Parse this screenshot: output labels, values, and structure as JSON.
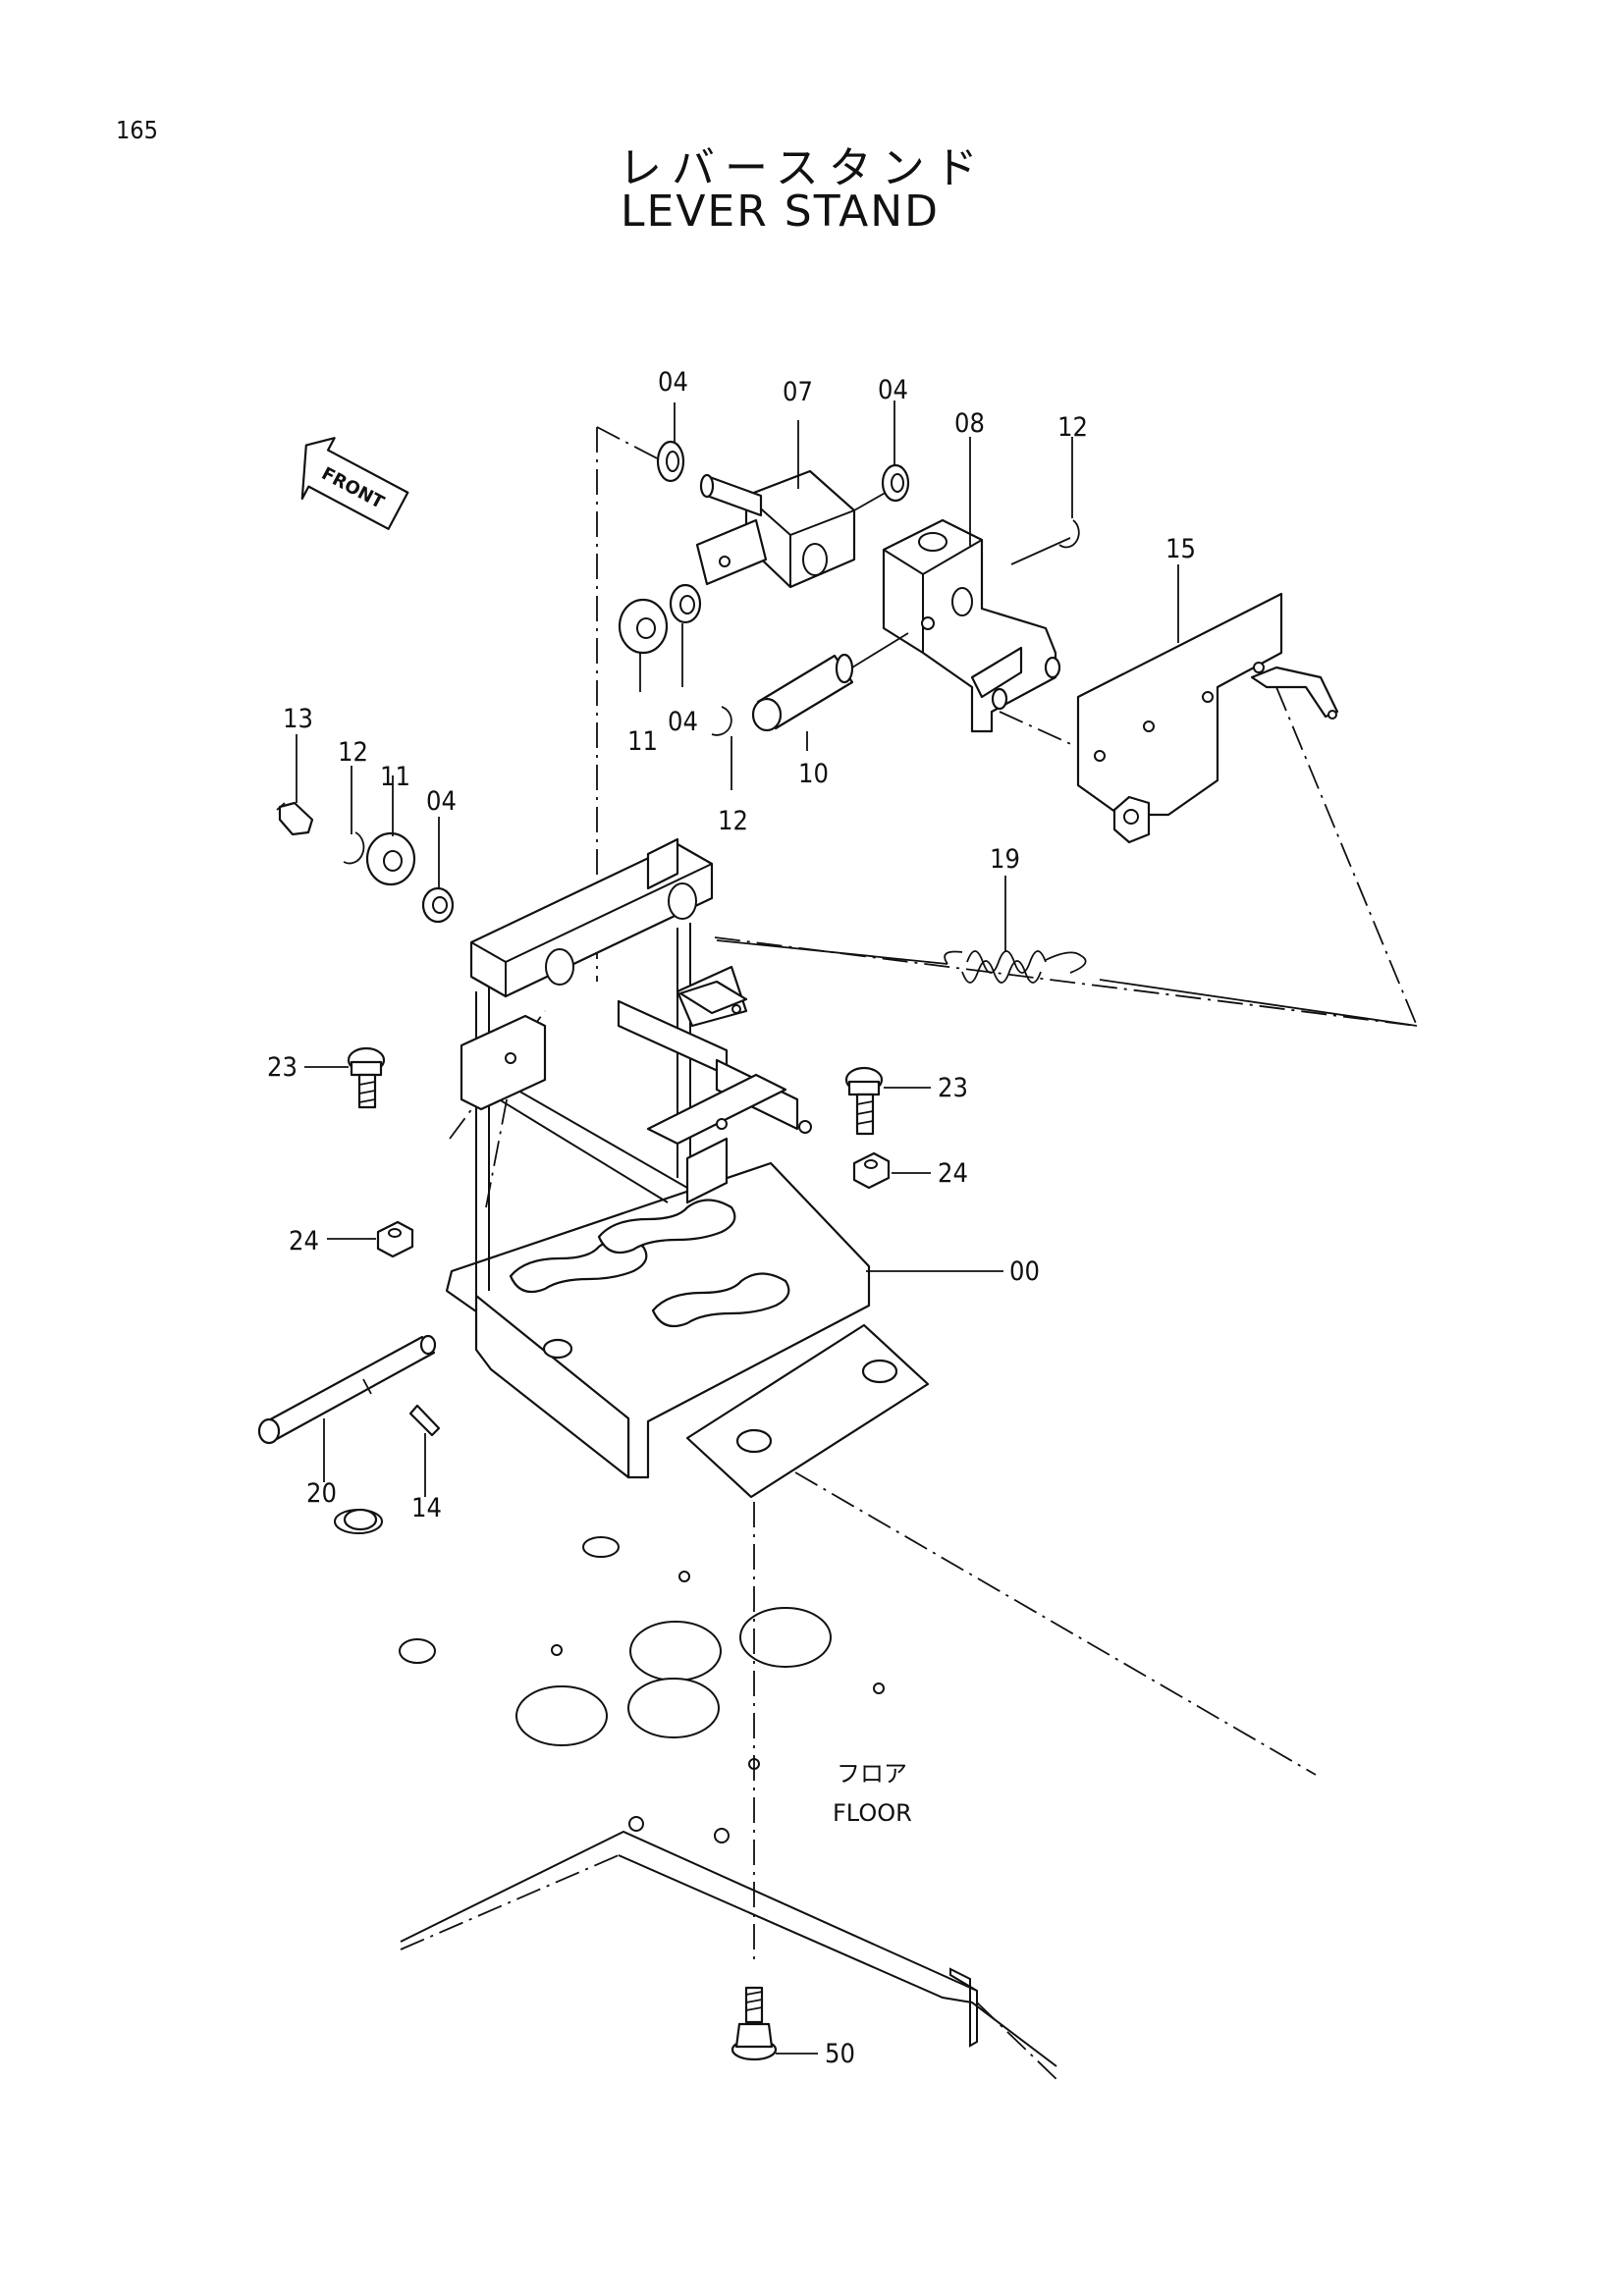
{
  "page": {
    "number": "165",
    "title_japanese": "レバースタンド",
    "title_english": "LEVER STAND"
  },
  "direction_arrow": {
    "text": "FRONT"
  },
  "floor_label": {
    "japanese": "フロア",
    "english": "FLOOR"
  },
  "callouts": {
    "p04_top": "04",
    "p07": "07",
    "p04_right": "04",
    "p08": "08",
    "p12_top": "12",
    "p15": "15",
    "p11_mid": "11",
    "p04_mid": "04",
    "p10": "10",
    "p12_mid": "12",
    "p13": "13",
    "p12_left": "12",
    "p11_left": "11",
    "p04_left": "04",
    "p19": "19",
    "p23_left": "23",
    "p23_right": "23",
    "p24_right": "24",
    "p24_left": "24",
    "p00": "00",
    "p20": "20",
    "p14": "14",
    "p50": "50"
  }
}
